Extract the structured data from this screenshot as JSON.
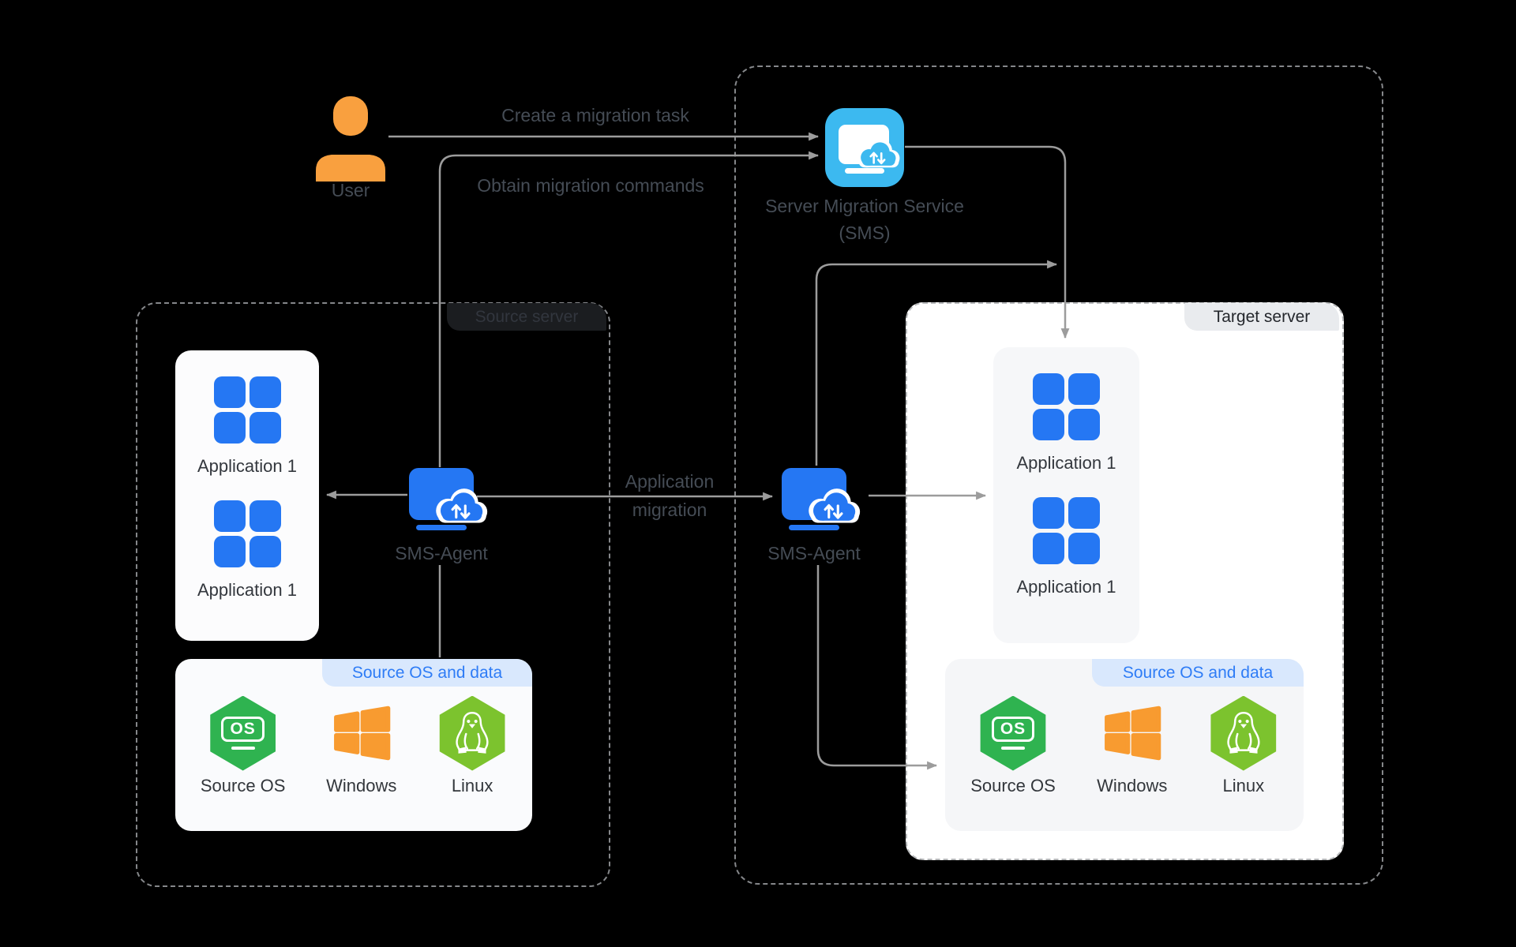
{
  "palette": {
    "background": "#000000",
    "accent_blue": "#2577f3",
    "accent_cyan": "#3cb9f0",
    "accent_orange": "#f9a03f",
    "green_dark": "#2fb350",
    "green_lime": "#7cc32e",
    "band_blue_bg": "#d9e8fd",
    "band_blue_text": "#2e7cf6",
    "wire_gray": "#9c9c9c"
  },
  "user": {
    "label": "User"
  },
  "flows": {
    "create_task": "Create a migration task",
    "obtain_commands": "Obtain migration commands",
    "app_migration": {
      "line1": "Application",
      "line2": "migration"
    }
  },
  "sms_service": {
    "name": "Server Migration Service",
    "abbr": "(SMS)"
  },
  "source_server": {
    "label": "Source server",
    "agent_label": "SMS-Agent",
    "applications": [
      {
        "label": "Application 1"
      },
      {
        "label": "Application 1"
      }
    ],
    "os_panel": {
      "title": "Source OS and data",
      "badge_text": "OS",
      "items": [
        {
          "label": "Source OS",
          "icon": "os-badge-icon"
        },
        {
          "label": "Windows",
          "icon": "windows-icon"
        },
        {
          "label": "Linux",
          "icon": "linux-icon"
        }
      ]
    }
  },
  "target_server": {
    "label": "Target server",
    "agent_label": "SMS-Agent",
    "applications": [
      {
        "label": "Application 1"
      },
      {
        "label": "Application 1"
      }
    ],
    "os_panel": {
      "title": "Source OS and data",
      "badge_text": "OS",
      "items": [
        {
          "label": "Source OS",
          "icon": "os-badge-icon"
        },
        {
          "label": "Windows",
          "icon": "windows-icon"
        },
        {
          "label": "Linux",
          "icon": "linux-icon"
        }
      ]
    }
  }
}
